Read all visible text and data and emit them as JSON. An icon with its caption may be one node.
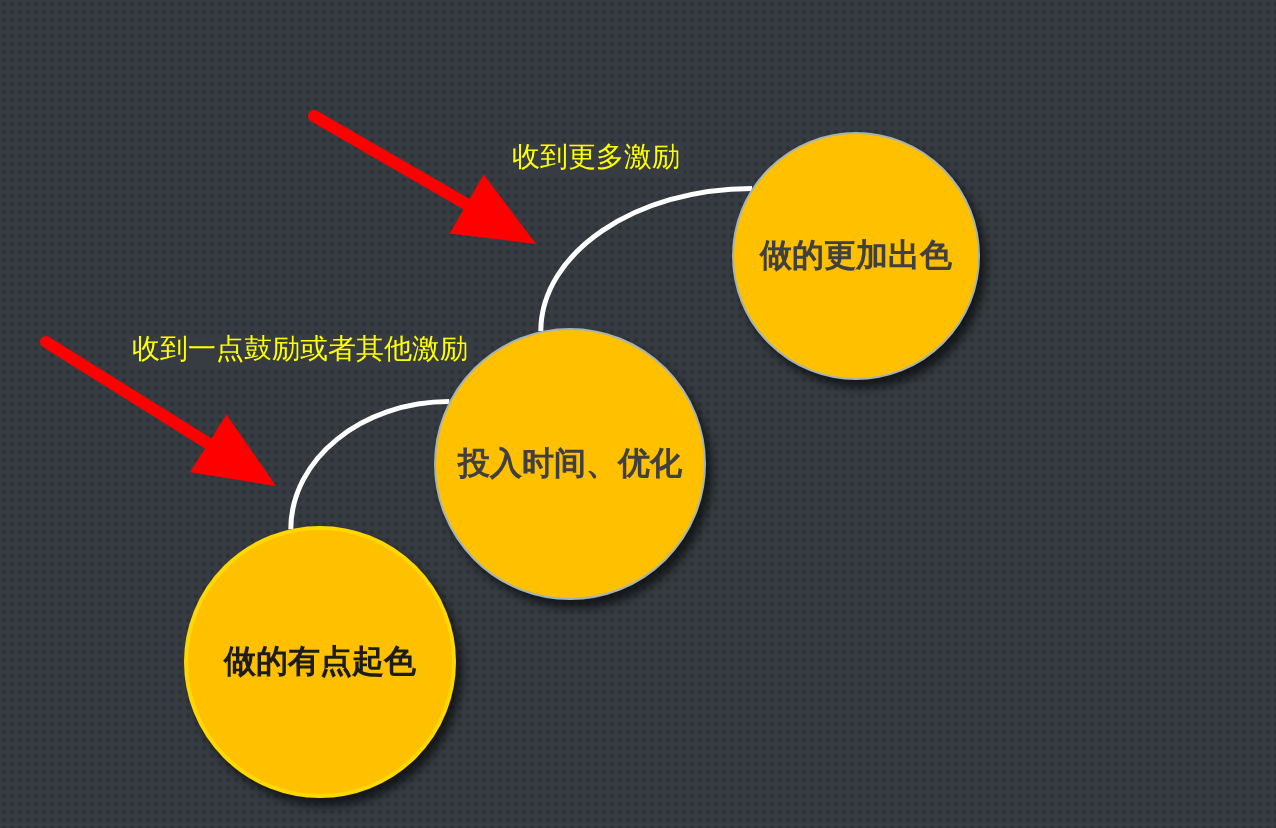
{
  "diagram": {
    "nodes": [
      {
        "text": [
          "做的有点起色"
        ]
      },
      {
        "text": [
          "投入时间、优化"
        ]
      },
      {
        "text": [
          "做的更加出色"
        ]
      }
    ],
    "edges": [
      {
        "from": 0,
        "to": 1,
        "arrow": "none",
        "label": "收到一点鼓励或者其他激励"
      },
      {
        "from": 1,
        "to": 2,
        "arrow": "none",
        "label": "收到更多激励"
      }
    ]
  }
}
